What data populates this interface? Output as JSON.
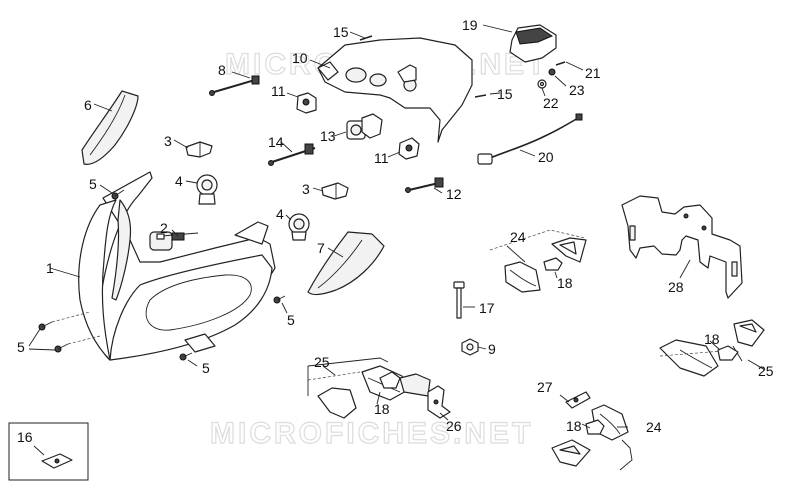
{
  "watermark": "MICROFICHES.NET",
  "callouts": {
    "c1": "1",
    "c2": "2",
    "c3a": "3",
    "c3b": "3",
    "c4a": "4",
    "c4b": "4",
    "c5a": "5",
    "c5b": "5",
    "c5c": "5",
    "c5d": "5",
    "c6": "6",
    "c7": "7",
    "c8": "8",
    "c9": "9",
    "c10": "10",
    "c11a": "11",
    "c11b": "11",
    "c12": "12",
    "c13": "13",
    "c14": "14",
    "c15a": "15",
    "c15b": "15",
    "c16": "16",
    "c17": "17",
    "c18a": "18",
    "c18b": "18",
    "c18c": "18",
    "c18d": "18",
    "c19": "19",
    "c20": "20",
    "c21": "21",
    "c22": "22",
    "c23": "23",
    "c24a": "24",
    "c24b": "24",
    "c25a": "25",
    "c25b": "25",
    "c26": "26",
    "c27": "27",
    "c28": "28"
  }
}
